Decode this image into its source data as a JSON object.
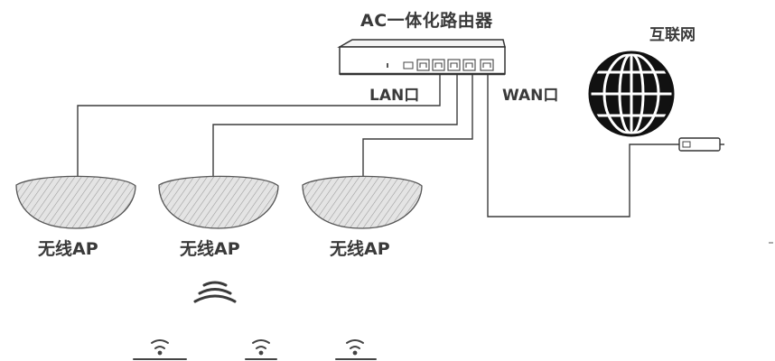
{
  "router": {
    "title": "AC一体化路由器"
  },
  "internet": {
    "label": "互联网"
  },
  "ports": {
    "lan": "LAN口",
    "wan": "WAN口"
  },
  "access_points": [
    {
      "label": "无线AP"
    },
    {
      "label": "无线AP"
    },
    {
      "label": "无线AP"
    }
  ],
  "icons": [
    "router-icon",
    "globe-icon",
    "modem-icon",
    "access-point-icon",
    "wifi-signal-icon",
    "wifi-device-icon"
  ],
  "colors": {
    "line": "#3c3c3c",
    "text": "#3a3a3a",
    "device_fill": "#e6e6e6"
  }
}
